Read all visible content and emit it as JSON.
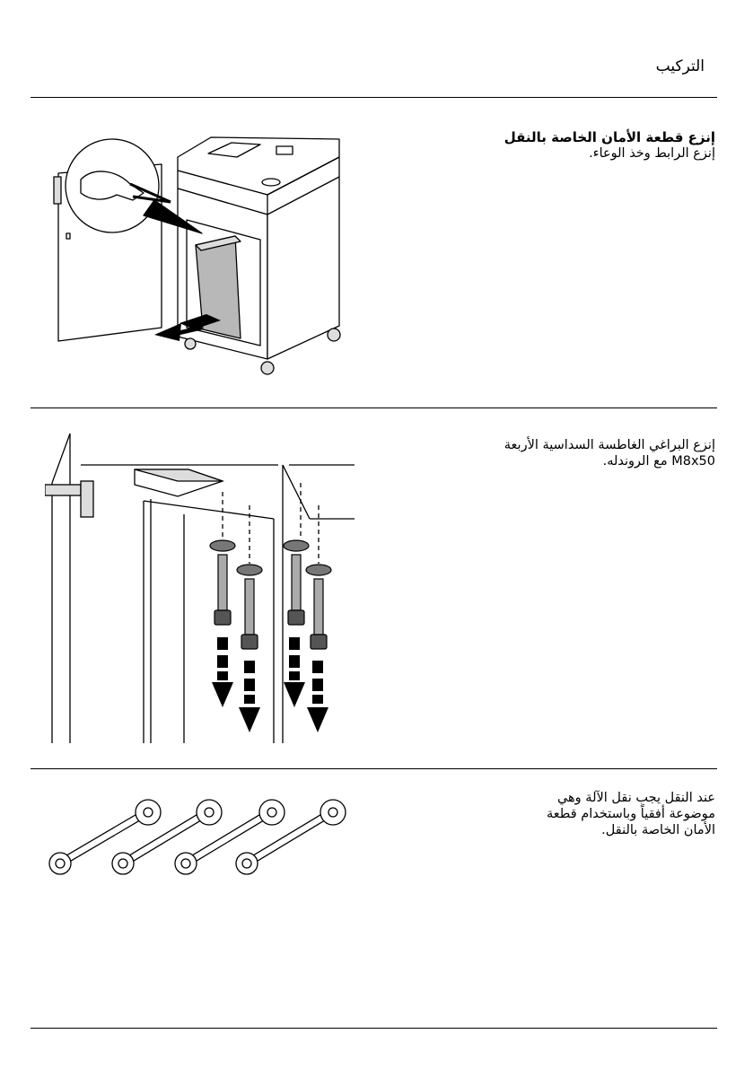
{
  "header": {
    "title": "التركيب"
  },
  "sections": [
    {
      "heading": "إنزع قطعة الأمان الخاصة بالنقل",
      "lines": [
        "إنزع الرابط وخذ الوعاء."
      ]
    },
    {
      "heading": "",
      "lines": [
        "إنزع البراغي الغاطسة السداسية الأربعة",
        "M8x50 مع الروندله."
      ]
    },
    {
      "heading": "",
      "lines": [
        "عند النقل يجب نقل الآلة وهي",
        "موضوعة أفقياً وباستخدام قطعة",
        "الأمان الخاصة بالنقل."
      ]
    }
  ],
  "icons": [
    "cutter-icon",
    "bolt-icon",
    "washer-icon",
    "arrow-down-icon"
  ],
  "colors": {
    "line": "#000000",
    "grey": "#b8b8b8",
    "dark": "#555555"
  }
}
